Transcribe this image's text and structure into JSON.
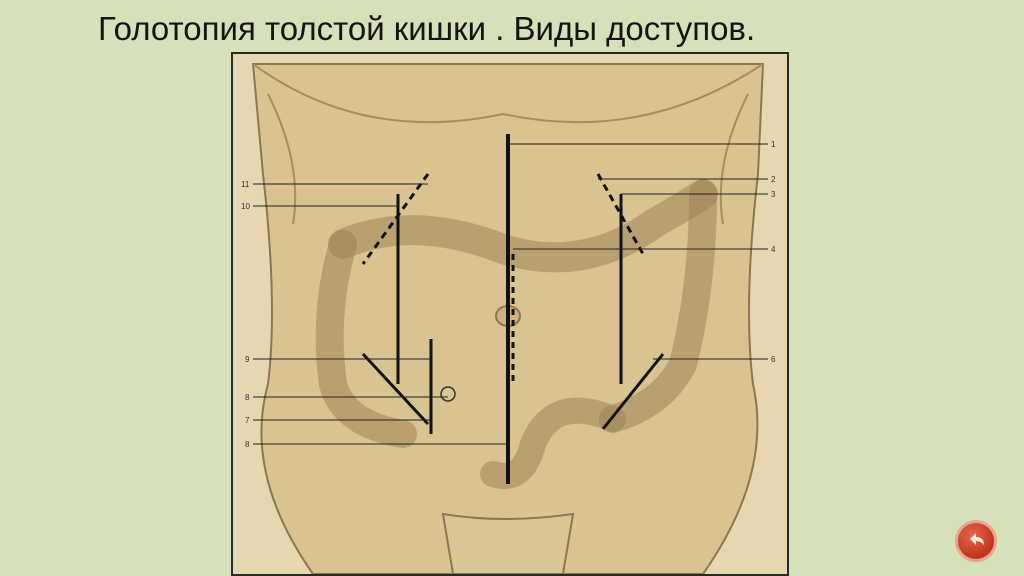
{
  "slide": {
    "title": "Голотопия толстой кишки . Виды доступов."
  },
  "figure": {
    "labels": [
      "1",
      "2",
      "3",
      "4",
      "6",
      "8",
      "7",
      "8",
      "9",
      "10",
      "11"
    ]
  },
  "nav": {
    "icon": "return-arrow-icon"
  }
}
